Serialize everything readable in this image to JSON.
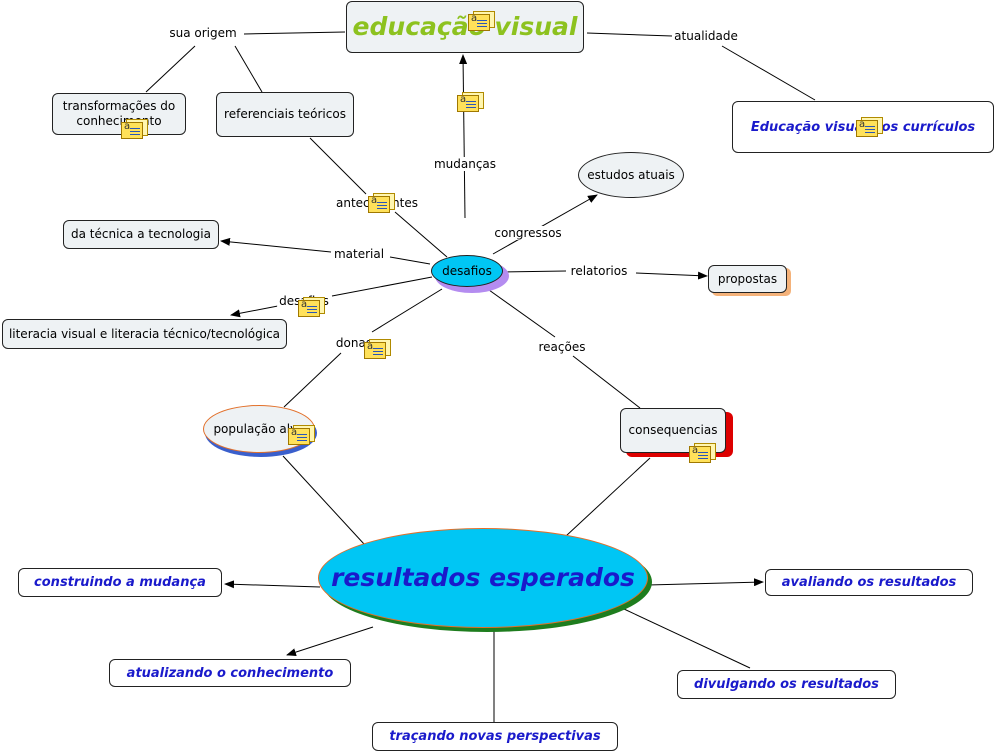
{
  "title": "educação visual",
  "center": "desafios",
  "results": "resultados esperados",
  "nodes": {
    "transformacoes": "transformações do conhecimento",
    "referenciais": "referenciais teóricos",
    "educacao_curriculos": "Educação visual nos currículos",
    "estudos_atuais": "estudos atuais",
    "tecnica_tecnologia": "da técnica a tecnologia",
    "literacia": "literacia visual e literacia técnico/tecnológica",
    "propostas": "propostas",
    "populacao_alvo": "população alvo",
    "consequencias": "consequencias",
    "construindo": "construindo a mudança",
    "avaliando": "avaliando os resultados",
    "atualizando": "atualizando o conhecimento",
    "divulgando": "divulgando os resultados",
    "tracando": "traçando novas perspectivas"
  },
  "labels": {
    "sua_origem": "sua origem",
    "atualidade": "atualidade",
    "mudancas": "mudanças",
    "antecedentes": "antecedentes",
    "congressos": "congressos",
    "material": "material",
    "relatorios": "relatorios",
    "desafios_link": "desafios",
    "donas": "donas",
    "reacoes": "reações"
  },
  "colors": {
    "title": "#8dc21f",
    "highlight_text": "#1a1acb",
    "results_text": "#1a1acb",
    "ellipse_fill": "#00c6f4",
    "node_fill": "#eef2f4",
    "consequencias_shadow": "#dd0000",
    "results_shadow": "#1e7d1e",
    "desafios_shadow": "#b48cf0",
    "populacao_border": "#e2702a",
    "populacao_shadow": "#3a5fcc",
    "propostas_shadow": "#f4b27a",
    "note_icon": "#ffe15a"
  },
  "icons": [
    "note-icon"
  ]
}
